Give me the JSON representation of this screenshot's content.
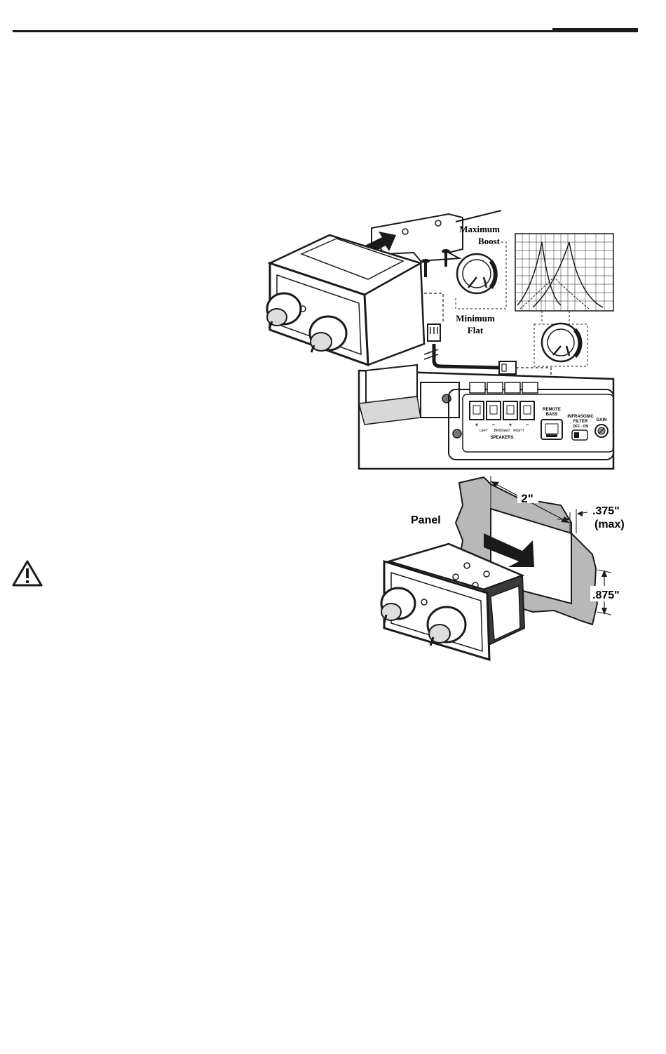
{
  "diagram_top": {
    "knob_max_label_1": "Maximum",
    "knob_max_label_2": "Boost",
    "knob_min_label_1": "Minimum",
    "knob_min_label_2": "Flat",
    "panel_labels": {
      "remote_bass_1": "REMOTE",
      "remote_bass_2": "BASS",
      "filter_1": "INFRASONIC",
      "filter_2": "FILTER",
      "filter_3": "OFF - ON",
      "gain": "GAIN",
      "plus_1": "+",
      "minus_1": "–",
      "plus_2": "+",
      "minus_2": "–",
      "left": "LEFT",
      "bridged": "BRIDGED",
      "right": "RIGHT",
      "speakers": "SPEAKERS"
    }
  },
  "diagram_bottom": {
    "panel_label": "Panel",
    "dim_width": "2\"",
    "dim_thickness_1": ".375\"",
    "dim_thickness_2": "(max)",
    "dim_height": ".875\""
  },
  "colors": {
    "ink": "#1a1a1a",
    "panel_gray": "#b8b8b8",
    "shade": "#6e6e6e"
  },
  "icons": {
    "warning": "warning-triangle-icon"
  }
}
